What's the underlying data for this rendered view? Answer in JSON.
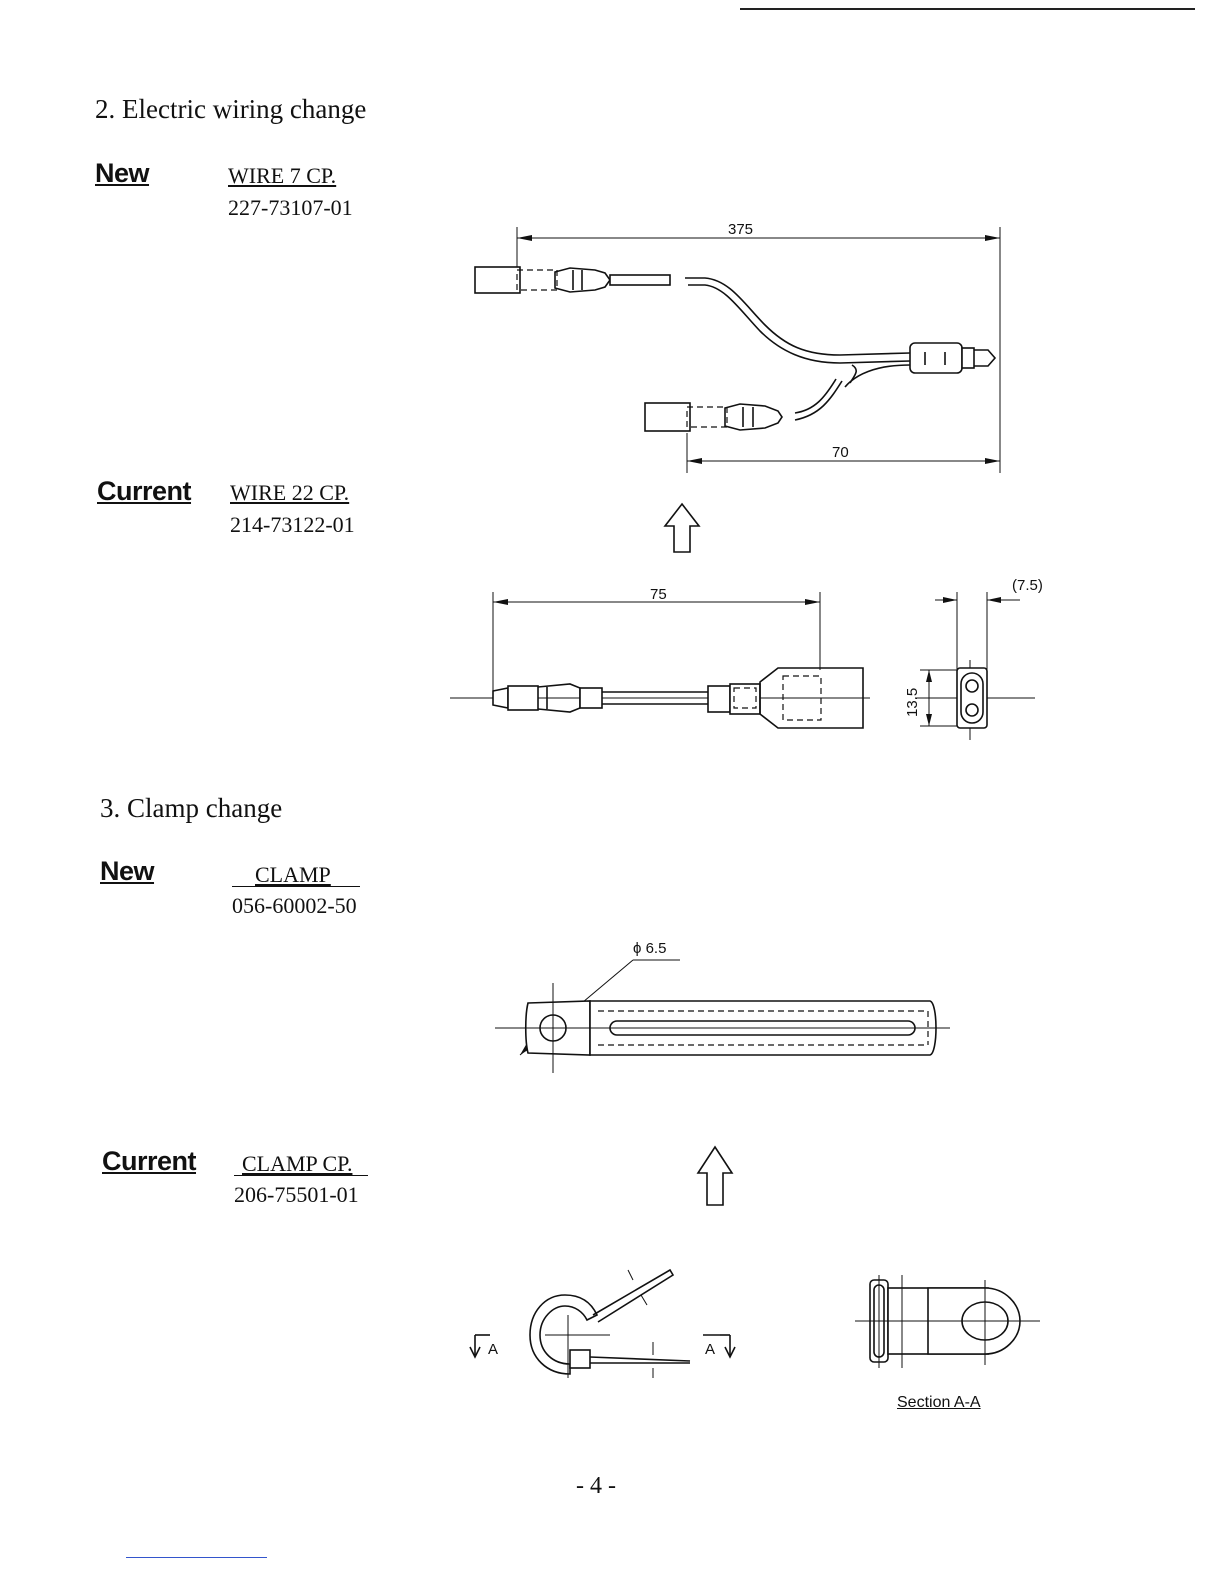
{
  "sections": [
    {
      "title": "2. Electric wiring change",
      "new": {
        "label": "New",
        "part_name": "WIRE 7 CP.",
        "part_number": "227-73107-01"
      },
      "current": {
        "label": "Current",
        "part_name": "WIRE 22 CP.",
        "part_number": "214-73122-01"
      },
      "dimensions": {
        "new_length": "375",
        "new_branch": "70",
        "current_length": "75",
        "current_width": "(7.5)",
        "current_height": "13.5"
      }
    },
    {
      "title": "3. Clamp change",
      "new": {
        "label": "New",
        "part_name": "CLAMP",
        "part_number": "056-60002-50"
      },
      "current": {
        "label": "Current",
        "part_name": "CLAMP CP.",
        "part_number": "206-75501-01"
      },
      "dimensions": {
        "hole_diameter": "ϕ 6.5",
        "section_marker": "A",
        "section_caption": "Section A-A"
      }
    }
  ],
  "footer": {
    "page_number": "- 4 -"
  }
}
